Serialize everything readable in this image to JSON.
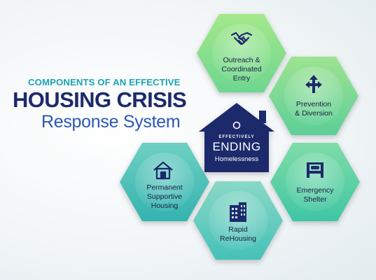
{
  "title": {
    "line1": "COMPONENTS OF AN EFFECTIVE",
    "line2": "HOUSING CRISIS",
    "line3": "Response System"
  },
  "center": {
    "line1": "EFFECTIVELY",
    "line2": "ENDING",
    "line3": "Homelessness"
  },
  "components": [
    {
      "label_lines": [
        "Outreach &",
        "Coordinated",
        "Entry"
      ],
      "icon": "handshake-icon"
    },
    {
      "label_lines": [
        "Prevention",
        "& Diversion"
      ],
      "icon": "split-arrow-icon"
    },
    {
      "label_lines": [
        "Emergency",
        "Shelter"
      ],
      "icon": "bed-icon"
    },
    {
      "label_lines": [
        "Rapid",
        "ReHousing"
      ],
      "icon": "building-icon"
    },
    {
      "label_lines": [
        "Permanent",
        "Supportive",
        "Housing"
      ],
      "icon": "house-icon"
    }
  ],
  "colors": {
    "title_accent": "#1aa5b6",
    "title_dark": "#1d2a6c",
    "title_blue": "#2c57b3",
    "icon_navy": "#1d2a6c",
    "house_fill": "#1d2a6c",
    "hex_lime": "#7fd98e",
    "hex_green": "#5fd6a2",
    "hex_teal": "#4fc9c0"
  }
}
